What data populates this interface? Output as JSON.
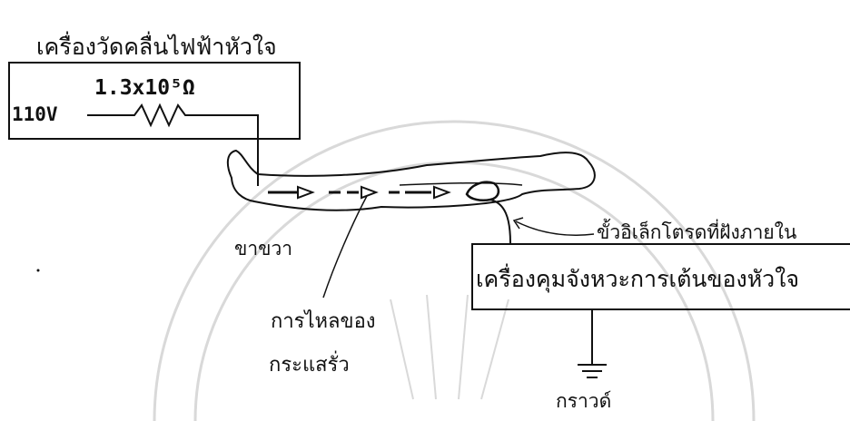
{
  "labels": {
    "ecg_machine_title": "เครื่องวัดคลื่นไฟฟ้าหัวใจ",
    "resistance": "1.3x10⁵Ω",
    "voltage": "110V",
    "right_leg": "ขาขวา",
    "current_flow_line1": "การไหลของ",
    "current_flow_line2": "กระแสรั่ว",
    "internal_electrode": "ขั้วอิเล็กโตรดที่ฝังภายใน",
    "pacemaker": "เครื่องคุมจังหวะการเต้นของหัวใจ",
    "ground": "กราวด์"
  },
  "colors": {
    "ink": "#111111",
    "watermark": "#d9d9d9"
  }
}
